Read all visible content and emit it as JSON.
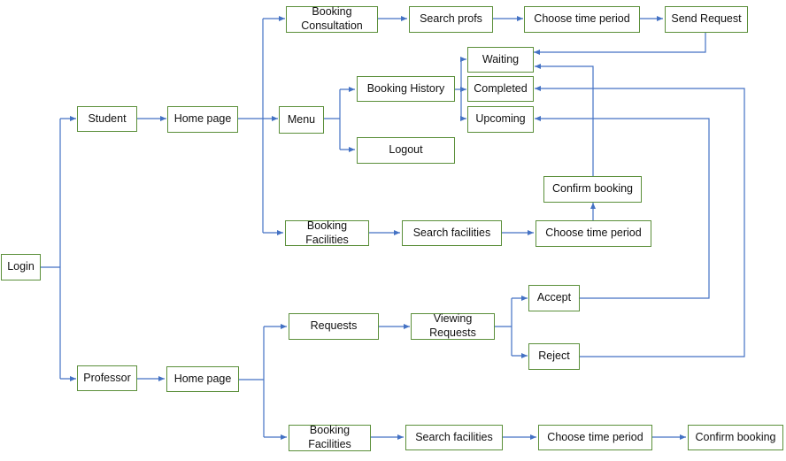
{
  "colors": {
    "box_border": "#5b8f3a",
    "connector": "#4472c4",
    "text": "#111111"
  },
  "nodes": {
    "login": "Login",
    "student": "Student",
    "student_home": "Home page",
    "menu": "Menu",
    "booking_consultation": "Booking\nConsultation",
    "search_profs": "Search profs",
    "choose_time_consult": "Choose time period",
    "send_request": "Send Request",
    "booking_history": "Booking History",
    "waiting": "Waiting",
    "completed": "Completed",
    "upcoming": "Upcoming",
    "logout": "Logout",
    "confirm_booking_student": "Confirm booking",
    "booking_facilities_student": "Booking\nFacilities",
    "search_facilities_student": "Search facilities",
    "choose_time_student": "Choose time period",
    "professor": "Professor",
    "prof_home": "Home page",
    "requests": "Requests",
    "viewing_requests": "Viewing\nRequests",
    "accept": "Accept",
    "reject": "Reject",
    "booking_facilities_prof": "Booking\nFacilities",
    "search_facilities_prof": "Search facilities",
    "choose_time_prof": "Choose time period",
    "confirm_booking_prof": "Confirm booking"
  }
}
